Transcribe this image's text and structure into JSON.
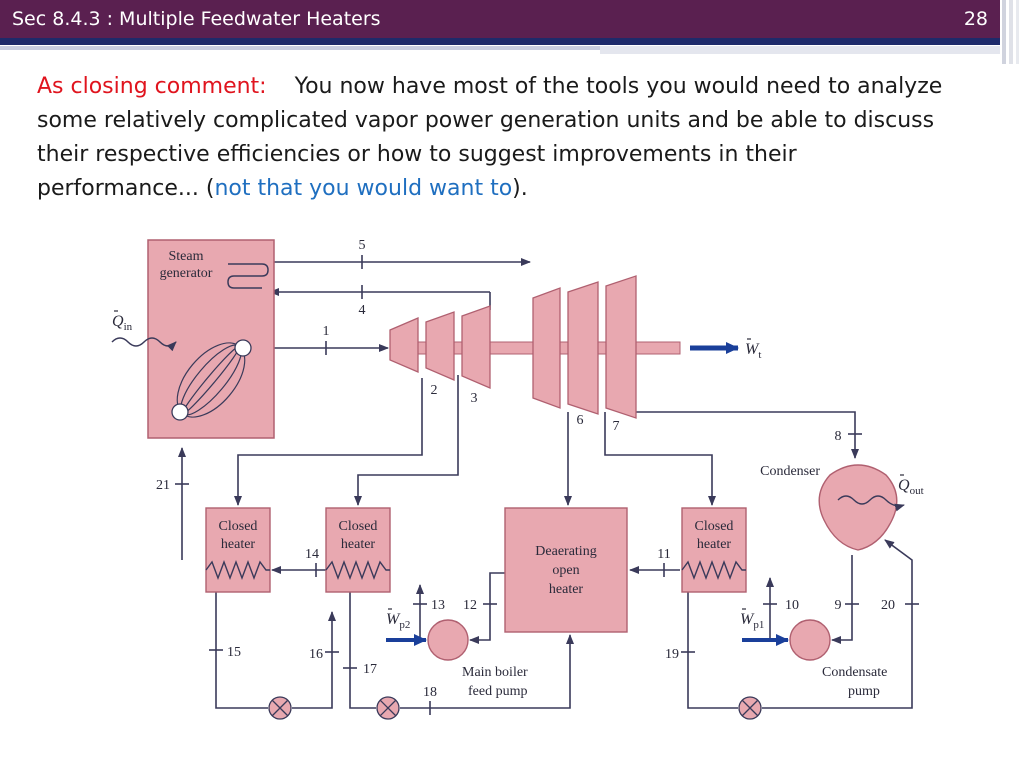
{
  "header": {
    "title": "Sec 8.4.3 : Multiple Feedwater Heaters",
    "page_number": "28"
  },
  "body": {
    "lead": "As closing comment:",
    "text": "You now have most of the tools you would need to analyze some relatively complicated vapor power generation units and be able to discuss their respective efficiencies or how to suggest improvements in their performance... (",
    "highlight": "not that you would want to",
    "tail": ")."
  },
  "diagram": {
    "labels": {
      "steam_generator_line1": "Steam",
      "steam_generator_line2": "generator",
      "condenser": "Condenser",
      "closed_heater_line1": "Closed",
      "closed_heater_line2": "heater",
      "deaerating_line1": "Deaerating",
      "deaerating_line2": "open",
      "deaerating_line3": "heater",
      "main_boiler_line1": "Main boiler",
      "main_boiler_line2": "feed pump",
      "condensate_line1": "Condensate",
      "condensate_line2": "pump",
      "q_in": "Q",
      "q_in_sub": "in",
      "q_out": "Q",
      "q_out_sub": "out",
      "w_t": "W",
      "w_t_sub": "t",
      "w_p2": "W",
      "w_p2_sub": "p2",
      "w_p1": "W",
      "w_p1_sub": "p1"
    },
    "state_points": {
      "s1": "1",
      "s2": "2",
      "s3": "3",
      "s4": "4",
      "s5": "5",
      "s6": "6",
      "s7": "7",
      "s8": "8",
      "s9": "9",
      "s10": "10",
      "s11": "11",
      "s12": "12",
      "s13": "13",
      "s14": "14",
      "s15": "15",
      "s16": "16",
      "s17": "17",
      "s18": "18",
      "s19": "19",
      "s20": "20",
      "s21": "21"
    },
    "colors": {
      "component_fill": "#e8a8b0",
      "component_stroke": "#b06070",
      "line": "#3a3a5a",
      "arrow_blue": "#1a3f9a"
    }
  }
}
